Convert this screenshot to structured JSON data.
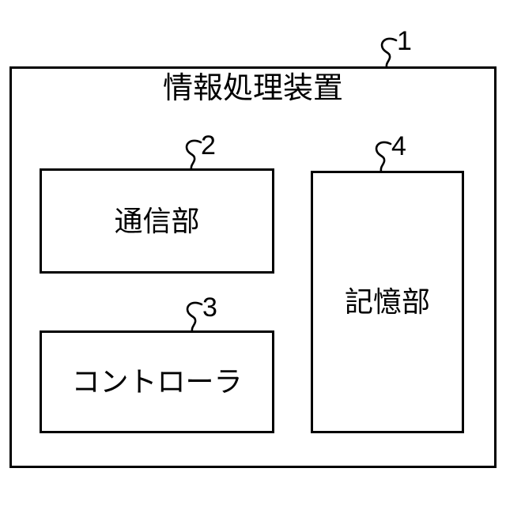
{
  "canvas": {
    "background_color": "#ffffff",
    "line_color": "#000000"
  },
  "device": {
    "title": "情報処理装置",
    "ref": "1"
  },
  "blocks": [
    {
      "label": "通信部",
      "ref": "2"
    },
    {
      "label": "コントローラ",
      "ref": "3"
    },
    {
      "label": "記憶部",
      "ref": "4"
    }
  ]
}
